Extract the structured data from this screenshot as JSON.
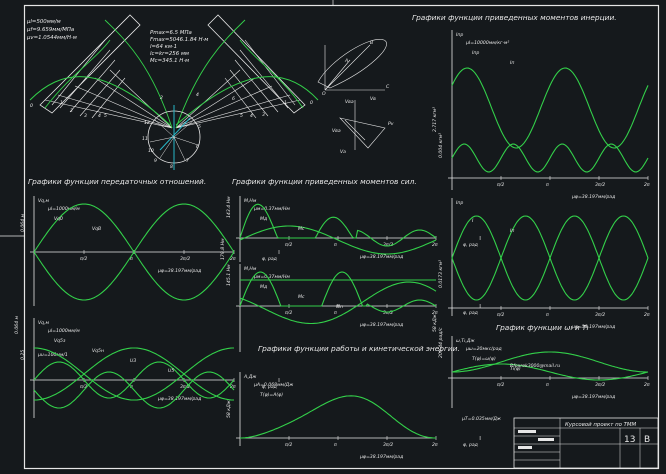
{
  "mechanism": {
    "scales": [
      "μl=500мм/м",
      "μf=9.659мм/МПа",
      "μv=1.0544мм/Н·м"
    ],
    "params": [
      "Pmax=6.5 МПа",
      "Fmax=5046.1.84 Н·м",
      "l=64 км·1",
      "lc=kr=256 мм",
      "Mc=345.1 Н·м"
    ],
    "letters": {
      "o": "O",
      "a": "A",
      "b": "B",
      "c": "C"
    },
    "vel_labels": [
      "Vва",
      "Vв",
      "Vвa",
      "Vа",
      "Pv"
    ]
  },
  "titles": {
    "ratio": "Графики функции передаточных отношений.",
    "torque": "Графики функции приведенных моментов сил.",
    "inertia": "Графики функции приведенных моментов инерции.",
    "work": "Графики функции работы и кинетической энергии.",
    "omega": "График функции ωı и Tı"
  },
  "chart_data": [
    {
      "type": "line",
      "title": "Графики функции передаточных отношений.",
      "ylabel": "Vq,м",
      "scale_y": "μl=1000мм/м",
      "scale_x": "μφ=38.197мм/рад",
      "x_ticks": [
        "π/2",
        "π",
        "3π/2",
        "2π",
        "φ, рад"
      ],
      "value_label": "0.064 м",
      "series": [
        {
          "name": "Vq0"
        },
        {
          "name": "VqB"
        }
      ]
    },
    {
      "type": "line",
      "ylabel": "Vq,м",
      "scale_y": "μl=1000мм/м",
      "scale_x2": "μu=100мм/1",
      "scale_x": "μφ=38.197мм/рад",
      "x_ticks": [
        "π/2",
        "π",
        "3π/2",
        "2π",
        "φ, рад"
      ],
      "value_labels": [
        "0.25",
        "0.064 м"
      ],
      "series": [
        {
          "name": "Vq5з"
        },
        {
          "name": "Vq5н"
        },
        {
          "name": "U3"
        },
        {
          "name": "U5"
        }
      ]
    },
    {
      "type": "line",
      "title": "Графики функции приведенных моментов сил.",
      "ylabel": "M,Нм",
      "scale_y": "μм=0.37мм/Нм",
      "scale_x": "μφ=38.197мм/рад",
      "x_ticks": [
        "π/2",
        "π",
        "3π/2",
        "2π",
        "φ, рад"
      ],
      "value_label": "143.4 Нм",
      "series": [
        {
          "name": "Mд"
        },
        {
          "name": "Mс"
        }
      ]
    },
    {
      "type": "line",
      "ylabel": "M,Нм",
      "scale_y": "μм=0.37мм/Нм",
      "scale_x": "μφ=38.197мм/рад",
      "x_ticks": [
        "π/2",
        "π",
        "3π/2",
        "2π",
        "φ, рад"
      ],
      "value_labels": [
        "145.1 Нм",
        "179.8 Нм"
      ],
      "series": [
        {
          "name": "Mд"
        },
        {
          "name": "Mс"
        },
        {
          "name": "Mп"
        }
      ]
    },
    {
      "type": "line",
      "title": "Графики функции работы и кинетической энергии.",
      "ylabel": "A,Дж",
      "scale_y": "μА=0.068мм/Дж",
      "scale_x": "μφ=38.197мм/рад",
      "x_ticks": [
        "π/2",
        "π",
        "3π/2",
        "2π",
        "φ, рад"
      ],
      "value_label": "58 кДж",
      "series": [
        {
          "name": "T(φ)=A(φ)"
        }
      ]
    },
    {
      "type": "line",
      "title": "Графики функции приведенных моментов инерции.",
      "ylabel": "Iпр",
      "scale_y": "μI=10000мм/кг·м²",
      "scale_x": "μφ=38.197мм/рад",
      "x_ticks": [
        "π/2",
        "π",
        "3π/2",
        "2π",
        "φ, рад"
      ],
      "value_labels": [
        "0.004 кгм²",
        "2.717 кгм²"
      ],
      "series": [
        {
          "name": "Iпр"
        },
        {
          "name": "Iп"
        }
      ]
    },
    {
      "type": "line",
      "ylabel": "Iпр",
      "scale_x": "μφ=38.197мм/рад",
      "x_ticks": [
        "π/2",
        "π",
        "3π/2",
        "2π",
        "φ, рад"
      ],
      "value_label": "0.0173 кгм²",
      "series": [
        {
          "name": "I"
        },
        {
          "name": "Iп"
        }
      ]
    },
    {
      "type": "line",
      "title": "График функции ωı и Tı",
      "ylabel": "ω,Tı,Дж",
      "scale_y": "μω=20мкс/рад",
      "scale_t": "μT=0.035мм/Дж",
      "scale_x": "μφ=38.197мм/рад",
      "x_ticks": [
        "π/2",
        "π",
        "3π/2",
        "2π",
        "φ, рад"
      ],
      "value_labels": [
        "209.44 рад/с",
        "58 кДж"
      ],
      "series": [
        {
          "name": "T(φ)=ω(φ)"
        },
        {
          "name": "Tı(φ)"
        }
      ]
    }
  ],
  "title_block": {
    "title": "Курсовой проект по ТММ",
    "sheet_no": "13",
    "sheet_letter": "В",
    "watermark": "Rfoxrek3000@mail.ru"
  }
}
